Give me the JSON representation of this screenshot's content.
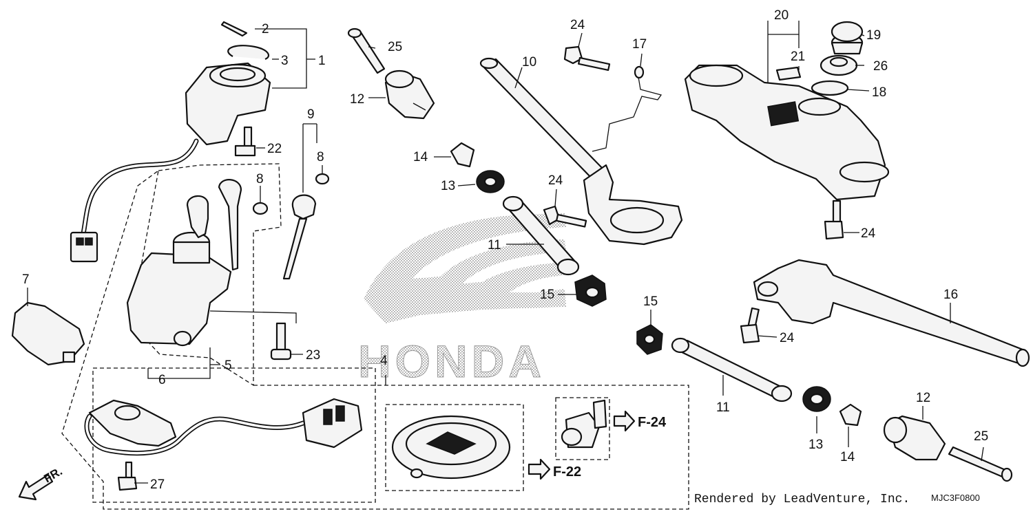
{
  "diagram": {
    "labels": [
      {
        "id": "1",
        "text": "1"
      },
      {
        "id": "2",
        "text": "2"
      },
      {
        "id": "3",
        "text": "3"
      },
      {
        "id": "4",
        "text": "4"
      },
      {
        "id": "5",
        "text": "5"
      },
      {
        "id": "6",
        "text": "6"
      },
      {
        "id": "7",
        "text": "7"
      },
      {
        "id": "8a",
        "text": "8"
      },
      {
        "id": "8b",
        "text": "8"
      },
      {
        "id": "9",
        "text": "9"
      },
      {
        "id": "10",
        "text": "10"
      },
      {
        "id": "11a",
        "text": "11"
      },
      {
        "id": "11b",
        "text": "11"
      },
      {
        "id": "12a",
        "text": "12"
      },
      {
        "id": "12b",
        "text": "12"
      },
      {
        "id": "13a",
        "text": "13"
      },
      {
        "id": "13b",
        "text": "13"
      },
      {
        "id": "14a",
        "text": "14"
      },
      {
        "id": "14b",
        "text": "14"
      },
      {
        "id": "15a",
        "text": "15"
      },
      {
        "id": "15b",
        "text": "15"
      },
      {
        "id": "16",
        "text": "16"
      },
      {
        "id": "17",
        "text": "17"
      },
      {
        "id": "18",
        "text": "18"
      },
      {
        "id": "19",
        "text": "19"
      },
      {
        "id": "20",
        "text": "20"
      },
      {
        "id": "21",
        "text": "21"
      },
      {
        "id": "22",
        "text": "22"
      },
      {
        "id": "23",
        "text": "23"
      },
      {
        "id": "24a",
        "text": "24"
      },
      {
        "id": "24b",
        "text": "24"
      },
      {
        "id": "24c",
        "text": "24"
      },
      {
        "id": "24d",
        "text": "24"
      },
      {
        "id": "25a",
        "text": "25"
      },
      {
        "id": "25b",
        "text": "25"
      },
      {
        "id": "26",
        "text": "26"
      },
      {
        "id": "27",
        "text": "27"
      }
    ],
    "references": {
      "f22": "F-22",
      "f24": "F-24"
    },
    "direction": "FR.",
    "watermark": "HONDA",
    "credit": "Rendered by LeadVenture, Inc.",
    "diagram_code": "MJC3F0800"
  }
}
